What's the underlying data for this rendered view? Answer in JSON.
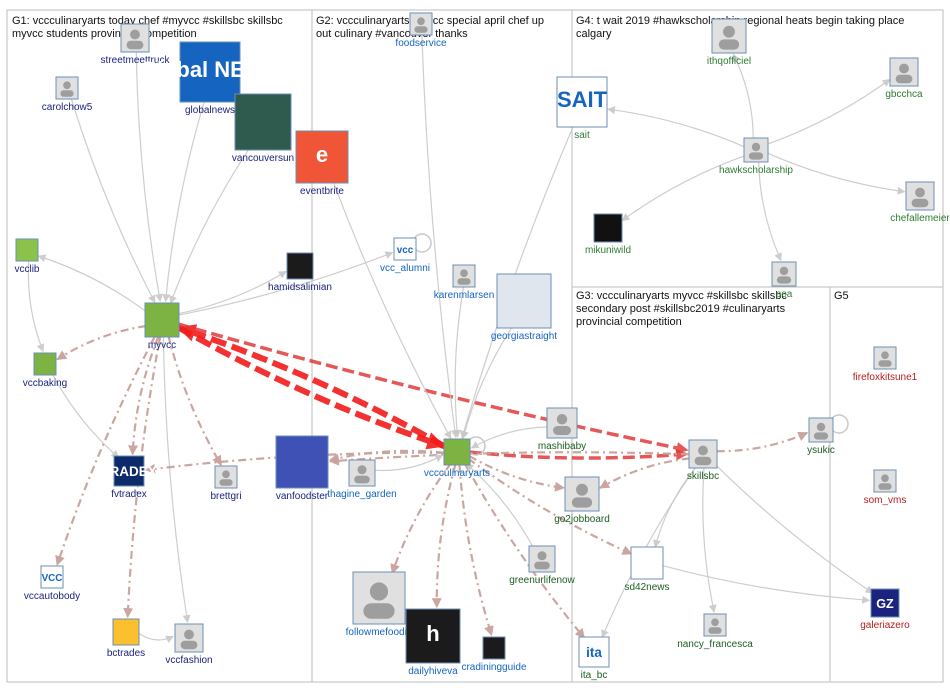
{
  "groups": [
    {
      "id": "G1",
      "title_lines": [
        "G1: vccculinaryarts today chef #myvcc #skillsbc skillsbc",
        "myvcc students provincial competition"
      ]
    },
    {
      "id": "G2",
      "title_lines": [
        "G2: vccculinaryarts myvcc special april chef up",
        "out culinary #vancouver thanks"
      ]
    },
    {
      "id": "G4",
      "title_lines": [
        "G4: t wait 2019 #hawkscholarship regional heats begin taking place",
        "calgary"
      ]
    },
    {
      "id": "G3",
      "title_lines": [
        "G3: vccculinaryarts myvcc #skillsbc skillsbc",
        "secondary post #skillsbc2019 #culinaryarts",
        "provincial competition"
      ]
    },
    {
      "id": "G5",
      "title_lines": [
        "G5"
      ]
    }
  ],
  "nodes": [
    {
      "id": "streetmeettruck",
      "label": "streetmeettruck",
      "group": "G1",
      "color": "#1a237e"
    },
    {
      "id": "globalnews",
      "label": "globalnews",
      "group": "G1",
      "color": "#1a237e",
      "logo": "Global NEWS",
      "logo_bg": "#1565c0"
    },
    {
      "id": "carolchow5",
      "label": "carolchow5",
      "group": "G1",
      "color": "#1a237e"
    },
    {
      "id": "vancouversun",
      "label": "vancouversun",
      "group": "G1",
      "color": "#1a237e",
      "logo_bg": "#2f5a4e"
    },
    {
      "id": "eventbrite",
      "label": "eventbrite",
      "group": "G1",
      "color": "#1a237e",
      "logo": "e",
      "logo_bg": "#f05537"
    },
    {
      "id": "vcclib",
      "label": "vcclib",
      "group": "G1",
      "color": "#1a237e",
      "logo_bg": "#8bc34a"
    },
    {
      "id": "hamidsalimian",
      "label": "hamidsalimian",
      "group": "G1",
      "color": "#1a237e",
      "logo_bg": "#1b1b1b"
    },
    {
      "id": "myvcc",
      "label": "myvcc",
      "group": "G1",
      "color": "#1a237e",
      "logo_bg": "#7cb342"
    },
    {
      "id": "vccbaking",
      "label": "vccbaking",
      "group": "G1",
      "color": "#1a237e",
      "logo_bg": "#7cb342"
    },
    {
      "id": "fvtradex",
      "label": "fvtradex",
      "group": "G1",
      "color": "#1a237e",
      "logo": "TRADEX",
      "logo_bg": "#0d2b6b"
    },
    {
      "id": "brettgri",
      "label": "brettgri",
      "group": "G1",
      "color": "#1a237e"
    },
    {
      "id": "vanfoodster",
      "label": "vanfoodster",
      "group": "G1",
      "color": "#1a237e",
      "logo_bg": "#3f51b5"
    },
    {
      "id": "vccautobody",
      "label": "vccautobody",
      "group": "G1",
      "color": "#1a237e",
      "logo": "VCC",
      "logo_bg": "#ffffff"
    },
    {
      "id": "bctrades",
      "label": "bctrades",
      "group": "G1",
      "color": "#1a237e",
      "logo_bg": "#fbc02d"
    },
    {
      "id": "vccfashion",
      "label": "vccfashion",
      "group": "G1",
      "color": "#1a237e"
    },
    {
      "id": "foodservice",
      "label": "foodservice",
      "group": "G2",
      "color": "#1565c0"
    },
    {
      "id": "vcc_alumni",
      "label": "vcc_alumni",
      "group": "G2",
      "color": "#1565c0",
      "logo": "vcc",
      "logo_bg": "#ffffff"
    },
    {
      "id": "karenmlarsen",
      "label": "karenmlarsen",
      "group": "G2",
      "color": "#1565c0"
    },
    {
      "id": "georgiastraight",
      "label": "georgiastraight",
      "group": "G2",
      "color": "#1565c0",
      "logo_bg": "#dfe6ee"
    },
    {
      "id": "vccculinaryarts",
      "label": "vccculinaryarts",
      "group": "G2",
      "color": "#1565c0",
      "logo_bg": "#7cb342"
    },
    {
      "id": "thaginegarden",
      "label": "thagine_garden",
      "group": "G2",
      "color": "#1565c0"
    },
    {
      "id": "followmefoodie",
      "label": "followmefoodie",
      "group": "G2",
      "color": "#1565c0"
    },
    {
      "id": "dailyhiveva",
      "label": "dailyhiveva",
      "group": "G2",
      "color": "#1565c0",
      "logo": "h",
      "logo_bg": "#1b1b1b"
    },
    {
      "id": "cradiningguide",
      "label": "cradiningguide",
      "group": "G2",
      "color": "#1565c0",
      "logo_bg": "#1b1b1b"
    },
    {
      "id": "sait",
      "label": "sait",
      "group": "G4",
      "color": "#2e7d32",
      "logo": "SAIT",
      "logo_bg": "#ffffff"
    },
    {
      "id": "ithqofficiel",
      "label": "ithqofficiel",
      "group": "G4",
      "color": "#2e7d32"
    },
    {
      "id": "gbcchca",
      "label": "gbcchca",
      "group": "G4",
      "color": "#2e7d32"
    },
    {
      "id": "hawkscholarship",
      "label": "hawkscholarship",
      "group": "G4",
      "color": "#2e7d32"
    },
    {
      "id": "chefallemeier",
      "label": "chefallemeier",
      "group": "G4",
      "color": "#2e7d32"
    },
    {
      "id": "mikuniwild",
      "label": "mikuniwild",
      "group": "G4",
      "color": "#2e7d32",
      "logo_bg": "#111111"
    },
    {
      "id": "pea",
      "label": "pea",
      "group": "G4",
      "color": "#2e7d32"
    },
    {
      "id": "mashibaby",
      "label": "mashibaby",
      "group": "G3",
      "color": "#1b5e20"
    },
    {
      "id": "skillsbc",
      "label": "skillsbc",
      "group": "G3",
      "color": "#1b5e20"
    },
    {
      "id": "ysukic",
      "label": "ysukic",
      "group": "G3",
      "color": "#1b5e20"
    },
    {
      "id": "go2jobboard",
      "label": "go2jobboard",
      "group": "G3",
      "color": "#1b5e20"
    },
    {
      "id": "greenurlifenow",
      "label": "greenurlifenow",
      "group": "G3",
      "color": "#1b5e20"
    },
    {
      "id": "sd42news",
      "label": "sd42news",
      "group": "G3",
      "color": "#1b5e20",
      "logo_bg": "#ffffff"
    },
    {
      "id": "nancy_francesca",
      "label": "nancy_francesca",
      "group": "G3",
      "color": "#1b5e20"
    },
    {
      "id": "ita_bc",
      "label": "ita_bc",
      "group": "G3",
      "color": "#1b5e20",
      "logo": "ita",
      "logo_bg": "#ffffff"
    },
    {
      "id": "firefoxkitsune1",
      "label": "firefoxkitsune1",
      "group": "G5",
      "color": "#b71c1c"
    },
    {
      "id": "som_vms",
      "label": "som_vms",
      "group": "G5",
      "color": "#b71c1c"
    },
    {
      "id": "galeriazero",
      "label": "galeriazero",
      "group": "G5",
      "color": "#b71c1c",
      "logo": "GZ",
      "logo_bg": "#1a237e"
    }
  ],
  "edges": [
    {
      "from": "vccculinaryarts",
      "to": "myvcc",
      "weight": "heavy"
    },
    {
      "from": "myvcc",
      "to": "vccculinaryarts",
      "weight": "heavy"
    },
    {
      "from": "vccculinaryarts",
      "to": "skillsbc",
      "weight": "medium"
    },
    {
      "from": "myvcc",
      "to": "skillsbc",
      "weight": "medium"
    },
    {
      "from": "myvcc",
      "to": "vccbaking",
      "weight": "dashed"
    },
    {
      "from": "myvcc",
      "to": "fvtradex",
      "weight": "dashed"
    },
    {
      "from": "myvcc",
      "to": "vccautobody",
      "weight": "dashed"
    },
    {
      "from": "myvcc",
      "to": "bctrades",
      "weight": "dashed"
    },
    {
      "from": "myvcc",
      "to": "brettgri",
      "weight": "dashed"
    },
    {
      "from": "myvcc",
      "to": "hamidsalimian",
      "weight": "thin"
    },
    {
      "from": "myvcc",
      "to": "vcc_alumni",
      "weight": "thin"
    },
    {
      "from": "myvcc",
      "to": "vcclib",
      "weight": "thin"
    },
    {
      "from": "myvcc",
      "to": "vccfashion",
      "weight": "thin"
    },
    {
      "from": "vccculinaryarts",
      "to": "followmefoodie",
      "weight": "dashed"
    },
    {
      "from": "vccculinaryarts",
      "to": "cradiningguide",
      "weight": "dashed"
    },
    {
      "from": "vccculinaryarts",
      "to": "dailyhiveva",
      "weight": "dashed"
    },
    {
      "from": "vccculinaryarts",
      "to": "fvtradex",
      "weight": "dashed"
    },
    {
      "from": "vccculinaryarts",
      "to": "ita_bc",
      "weight": "dashed"
    },
    {
      "from": "vccculinaryarts",
      "to": "go2jobboard",
      "weight": "dashed"
    },
    {
      "from": "vccculinaryarts",
      "to": "sd42news",
      "weight": "dashed"
    },
    {
      "from": "skillsbc",
      "to": "ysukic",
      "weight": "dashed"
    },
    {
      "from": "skillsbc",
      "to": "vanfoodster",
      "weight": "dashed"
    },
    {
      "from": "skillsbc",
      "to": "go2jobboard",
      "weight": "dashed"
    },
    {
      "from": "vccculinaryarts",
      "to": "vanfoodster",
      "weight": "dashed"
    },
    {
      "from": "georgiastraight",
      "to": "vccculinaryarts",
      "weight": "thin"
    },
    {
      "from": "eventbrite",
      "to": "vccculinaryarts",
      "weight": "thin"
    },
    {
      "from": "globalnews",
      "to": "myvcc",
      "weight": "thin"
    },
    {
      "from": "vancouversun",
      "to": "myvcc",
      "weight": "thin"
    },
    {
      "from": "carolchow5",
      "to": "myvcc",
      "weight": "thin"
    },
    {
      "from": "streetmeettruck",
      "to": "myvcc",
      "weight": "thin"
    },
    {
      "from": "foodservice",
      "to": "vccculinaryarts",
      "weight": "thin"
    },
    {
      "from": "mashibaby",
      "to": "vccculinaryarts",
      "weight": "thin"
    },
    {
      "from": "karenmlarsen",
      "to": "vccculinaryarts",
      "weight": "thin"
    },
    {
      "from": "thaginegarden",
      "to": "vccculinaryarts",
      "weight": "thin"
    },
    {
      "from": "hawkscholarship",
      "to": "sait",
      "weight": "thin"
    },
    {
      "from": "hawkscholarship",
      "to": "ithqofficiel",
      "weight": "thin"
    },
    {
      "from": "hawkscholarship",
      "to": "gbcchca",
      "weight": "thin"
    },
    {
      "from": "hawkscholarship",
      "to": "chefallemeier",
      "weight": "thin"
    },
    {
      "from": "hawkscholarship",
      "to": "mikuniwild",
      "weight": "thin"
    },
    {
      "from": "hawkscholarship",
      "to": "pea",
      "weight": "thin"
    },
    {
      "from": "sait",
      "to": "vccculinaryarts",
      "weight": "thin"
    },
    {
      "from": "sd42news",
      "to": "galeriazero",
      "weight": "thin"
    },
    {
      "from": "skillsbc",
      "to": "galeriazero",
      "weight": "thin"
    },
    {
      "from": "skillsbc",
      "to": "sd42news",
      "weight": "thin"
    },
    {
      "from": "skillsbc",
      "to": "nancy_francesca",
      "weight": "thin"
    },
    {
      "from": "skillsbc",
      "to": "ita_bc",
      "weight": "thin"
    },
    {
      "from": "greenurlifenow",
      "to": "vccculinaryarts",
      "weight": "thin"
    },
    {
      "from": "vcclib",
      "to": "vccbaking",
      "weight": "thin"
    },
    {
      "from": "vccbaking",
      "to": "fvtradex",
      "weight": "thin"
    },
    {
      "from": "bctrades",
      "to": "vccfashion",
      "weight": "thin"
    }
  ],
  "colors": {
    "edge_thin": "#c8c8c8",
    "edge_heavy": "#f21b1b",
    "edge_medium": "#e23a3a",
    "edge_dashed": "#c9a29c",
    "group_border": "#bdbdbd"
  }
}
